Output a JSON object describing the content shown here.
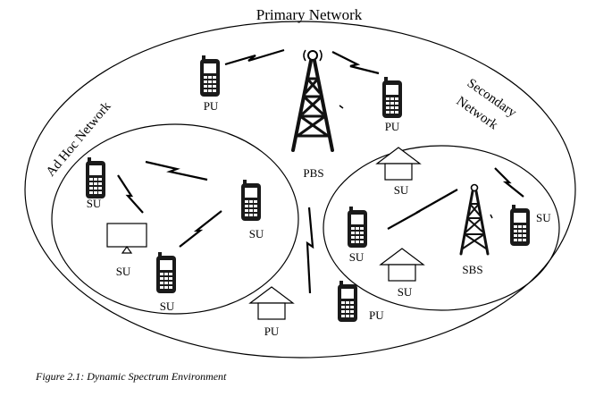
{
  "primary_network": {
    "title": "Primary Network"
  },
  "adhoc_network": {
    "title": "Ad Hoc Network"
  },
  "secondary_network": {
    "title_line1": "Secondary",
    "title_line2": "Network"
  },
  "labels": {
    "pu": "PU",
    "su": "SU",
    "pbs": "PBS",
    "sbs": "SBS"
  },
  "caption": "Figure 2.1: Dynamic Spectrum Environment",
  "icons": [
    "cell-phone-icon",
    "tower-icon",
    "house-icon",
    "laptop-icon",
    "lightning-link-icon"
  ],
  "colors": {
    "stroke": "#000000",
    "background": "#ffffff"
  }
}
